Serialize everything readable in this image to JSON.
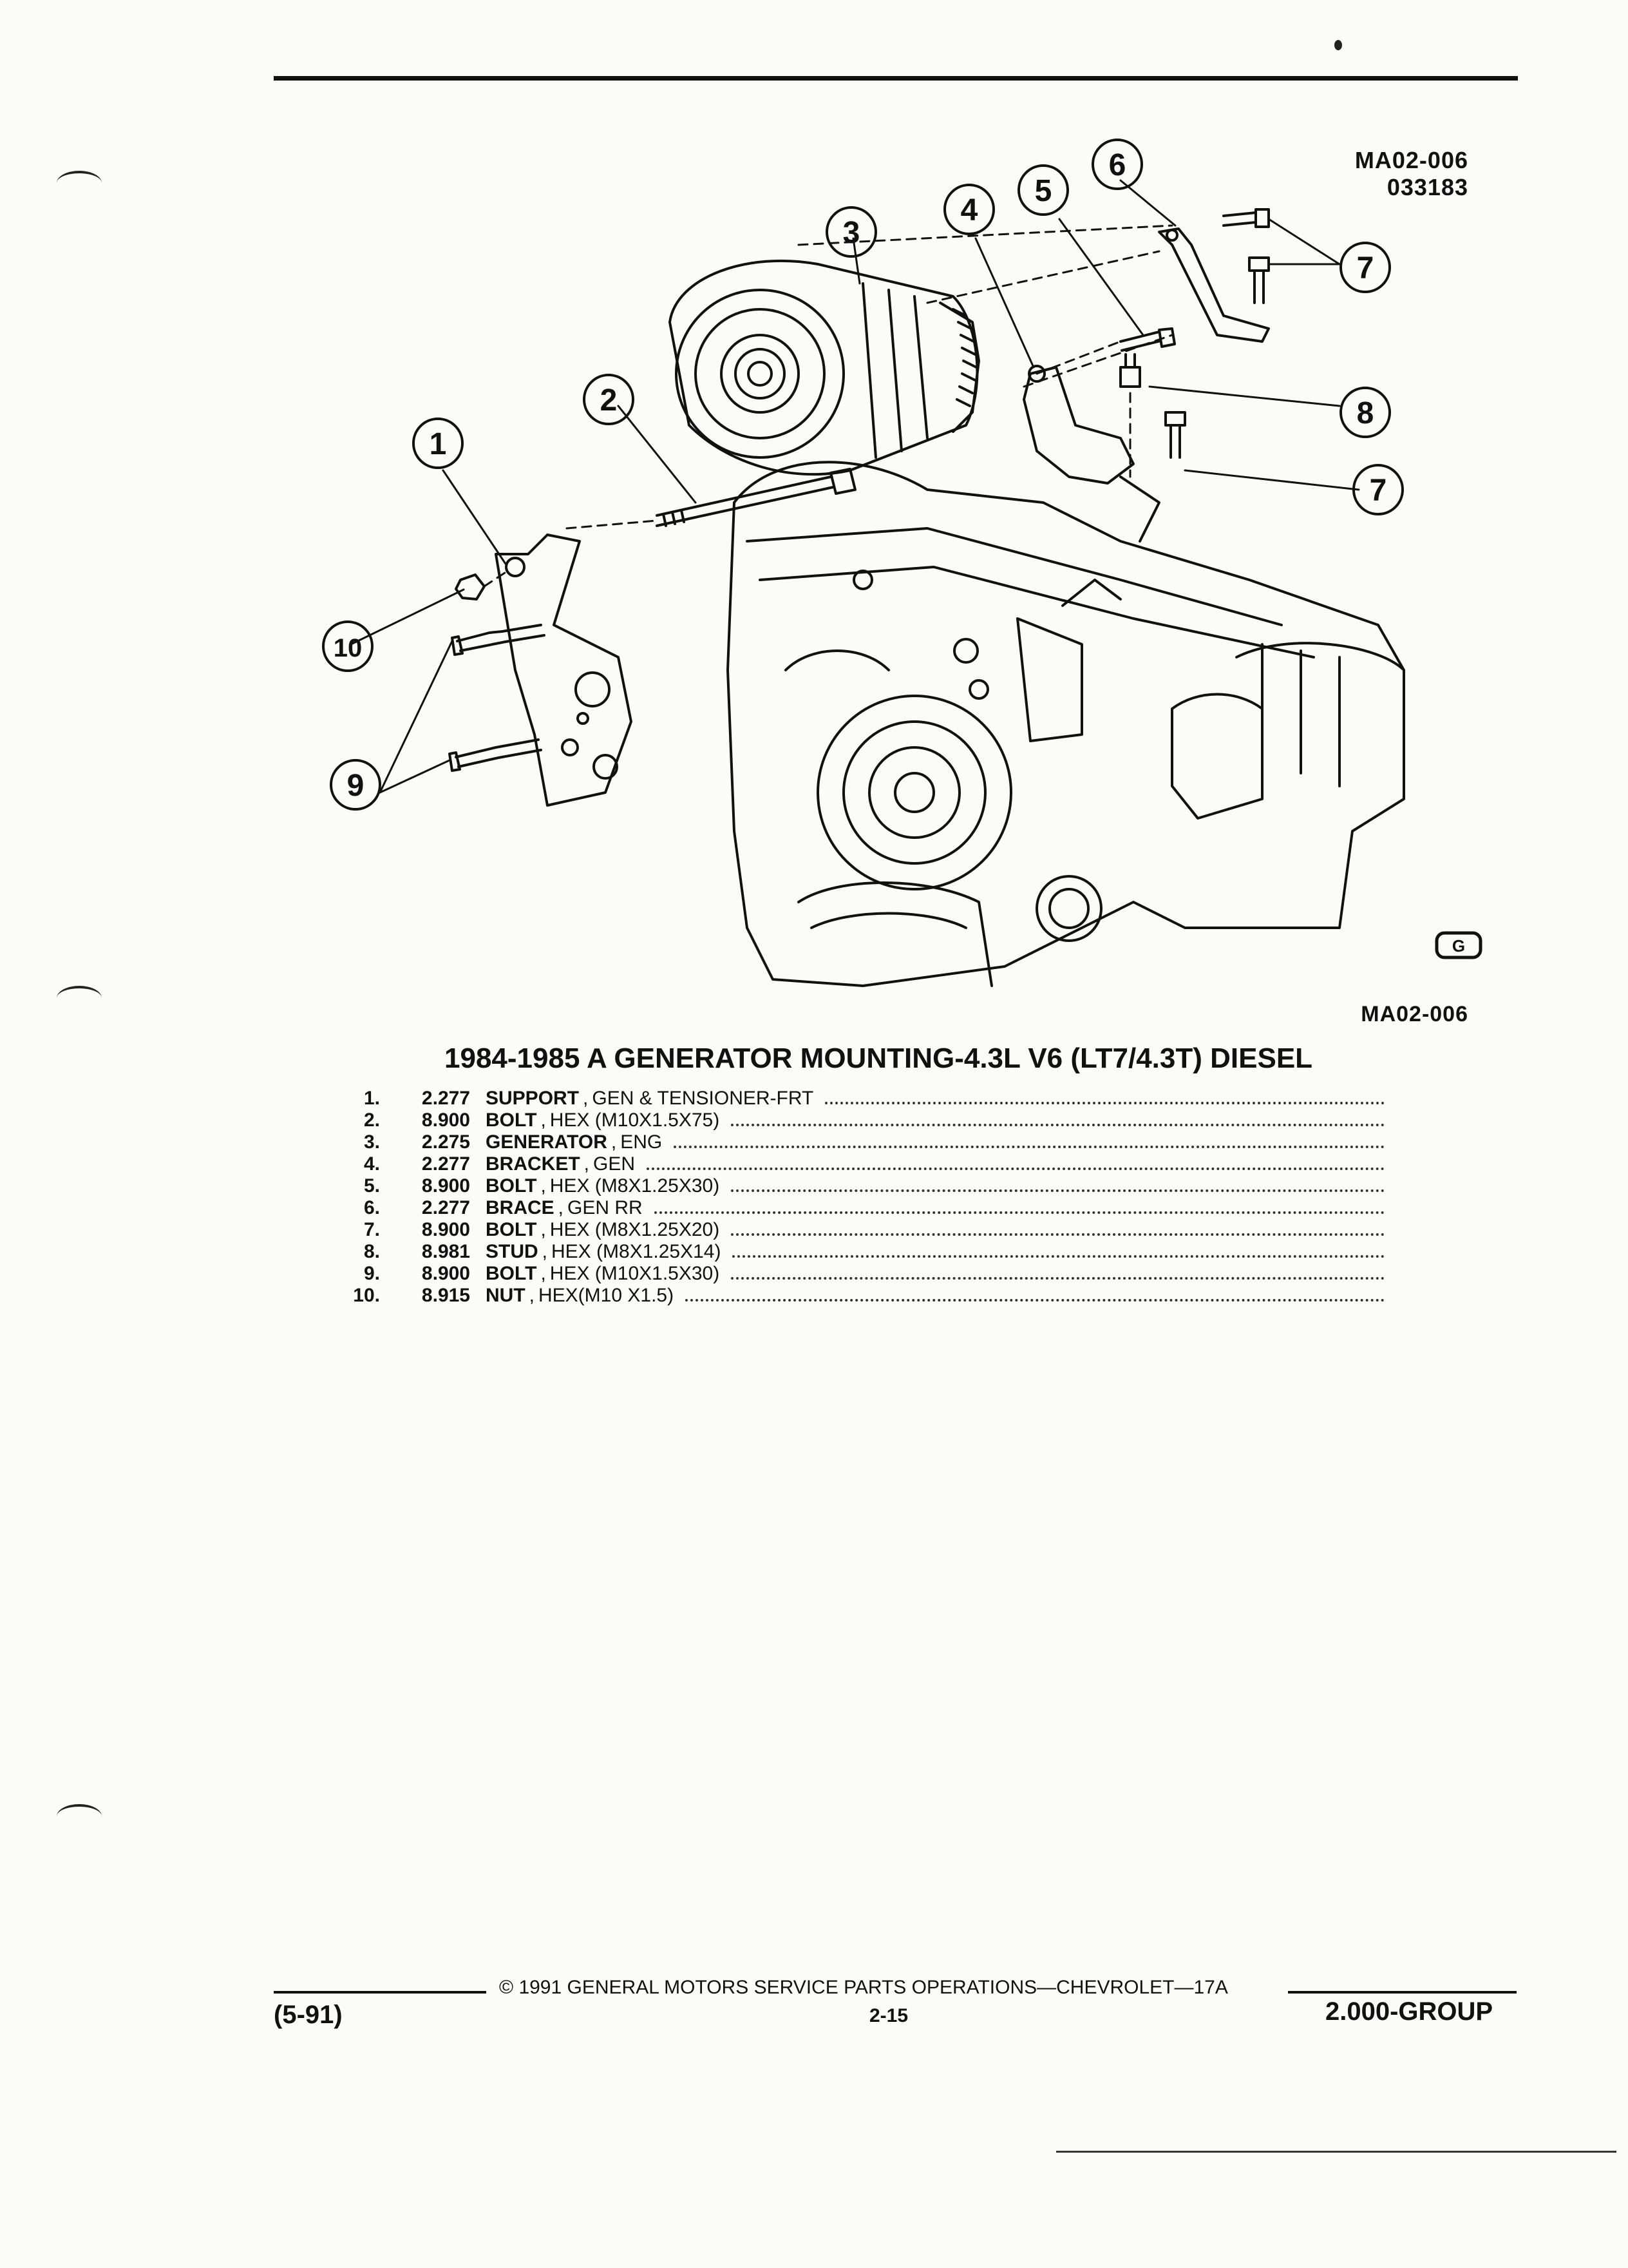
{
  "figure": {
    "code_top": "MA02-006",
    "code_top_2": "033183",
    "code_bottom": "MA02-006",
    "callouts": [
      "1",
      "2",
      "3",
      "4",
      "5",
      "6",
      "7",
      "7",
      "8",
      "9",
      "10"
    ],
    "logo_icon": "gm-logo"
  },
  "section": {
    "title": "1984-1985 A GENERATOR MOUNTING-4.3L V6 (LT7/4.3T) DIESEL"
  },
  "parts": [
    {
      "num": "1.",
      "code": "2.277",
      "name": "SUPPORT",
      "desc": "GEN & TENSIONER-FRT"
    },
    {
      "num": "2.",
      "code": "8.900",
      "name": "BOLT",
      "desc": "HEX (M10X1.5X75)"
    },
    {
      "num": "3.",
      "code": "2.275",
      "name": "GENERATOR",
      "desc": "ENG"
    },
    {
      "num": "4.",
      "code": "2.277",
      "name": "BRACKET",
      "desc": "GEN"
    },
    {
      "num": "5.",
      "code": "8.900",
      "name": "BOLT",
      "desc": "HEX (M8X1.25X30)"
    },
    {
      "num": "6.",
      "code": "2.277",
      "name": "BRACE",
      "desc": "GEN RR"
    },
    {
      "num": "7.",
      "code": "8.900",
      "name": "BOLT",
      "desc": "HEX (M8X1.25X20)"
    },
    {
      "num": "8.",
      "code": "8.981",
      "name": "STUD",
      "desc": "HEX (M8X1.25X14)"
    },
    {
      "num": "9.",
      "code": "8.900",
      "name": "BOLT",
      "desc": "HEX (M10X1.5X30)"
    },
    {
      "num": "10.",
      "code": "8.915",
      "name": "NUT",
      "desc": "HEX(M10 X1.5)"
    }
  ],
  "footer": {
    "copyright": "© 1991 GENERAL MOTORS SERVICE PARTS OPERATIONS—CHEVROLET—17A",
    "date": "(5-91)",
    "page": "2-15",
    "group": "2.000-GROUP"
  }
}
